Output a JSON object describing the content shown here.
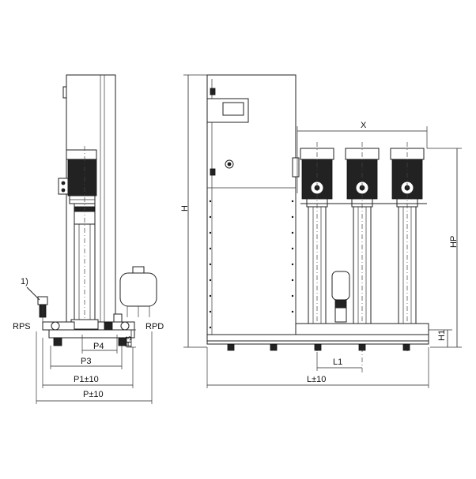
{
  "labels": {
    "note": "1)",
    "rps": "RPS",
    "rpd": "RPD",
    "p4": "P4",
    "p3": "P3",
    "h3": "H3",
    "p1": "P1±10",
    "p": "P±10",
    "h": "H",
    "x": "X",
    "hp": "HP",
    "h1": "H1",
    "l1": "L1",
    "l": "L±10"
  }
}
